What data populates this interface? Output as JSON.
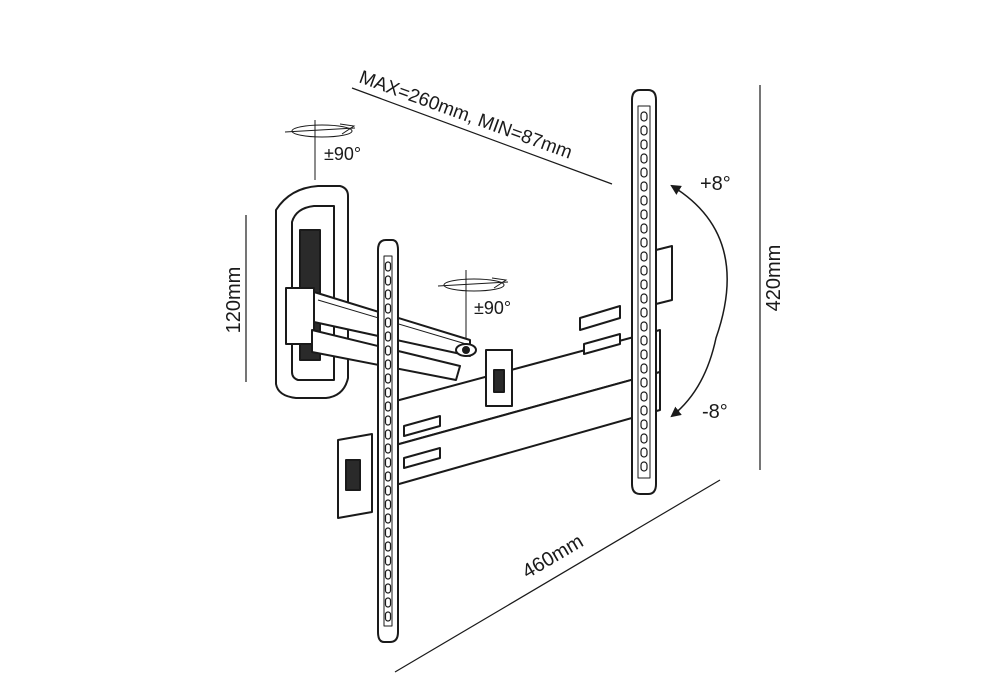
{
  "labels": {
    "extension": "MAX=260mm, MIN=87mm",
    "wall_swivel": "±90°",
    "arm_swivel": "±90°",
    "tilt_up": "+8°",
    "tilt_down": "-8°",
    "wall_plate_height": "120mm",
    "height": "420mm",
    "width": "460mm"
  },
  "colors": {
    "line": "#1a1a1a",
    "fill": "#ffffff",
    "dark": "#2a2a2a"
  }
}
